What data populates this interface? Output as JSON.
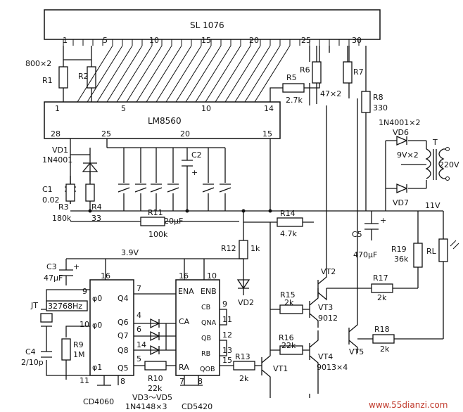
{
  "chips": {
    "sl1076": {
      "name": "SL 1076",
      "pins": [
        "1",
        "5",
        "10",
        "15",
        "20",
        "25",
        "30"
      ]
    },
    "lm8560": {
      "name": "LM8560",
      "top_pins": [
        "1",
        "5",
        "10",
        "14"
      ],
      "bottom_pins": [
        "28",
        "25",
        "20",
        "15"
      ]
    },
    "cd4060": {
      "name": "CD4060",
      "pins_left": [
        "9",
        "10",
        "11"
      ],
      "pin_labels_left": [
        "φ0",
        "φ0",
        "φ1"
      ],
      "pins_top": [
        "16"
      ],
      "pins_bottom": [
        "8"
      ],
      "pins_right": [
        "7",
        "4",
        "6",
        "14",
        "5"
      ],
      "outputs": [
        "Q4",
        "Q6",
        "Q7",
        "Q8",
        "Q5"
      ]
    },
    "cd5420": {
      "name": "CD5420",
      "pins_top": [
        "16",
        "10"
      ],
      "pin_labels_top": [
        "ENA",
        "ENB"
      ],
      "pins_left_labels": [
        "CA",
        "RA"
      ],
      "pins_right": [
        "9",
        "11",
        "12",
        "13",
        "15"
      ],
      "pins_right_labels": [
        "CB",
        "QNA",
        "QB",
        "RB",
        "QOB"
      ],
      "pins_bottom": [
        "7",
        "8"
      ]
    }
  },
  "components": {
    "r1": "R1",
    "r2": "R2",
    "r1r2_value": "800×2",
    "r3": "R3",
    "r3_value": "180k",
    "r4": "R4",
    "r4_value": "33",
    "r5": "R5",
    "r5_value": "2.7k",
    "r6": "R6",
    "r7": "R7",
    "r6r7_value": "47×2",
    "r8": "R8",
    "r8_value": "330",
    "r9": "R9",
    "r9_value": "1M",
    "r10": "R10",
    "r10_value": "22k",
    "r11": "R11",
    "r11_value": "100k",
    "r12": "R12",
    "r12_value": "1k",
    "r13": "R13",
    "r13_value": "2k",
    "r14": "R14",
    "r14_value": "4.7k",
    "r15": "R15",
    "r15_value": "2k",
    "r16": "R16",
    "r16_value": "22k",
    "r17": "R17",
    "r17_value": "2k",
    "r18": "R18",
    "r18_value": "2k",
    "r19": "R19",
    "r19_value": "36k",
    "rl": "RL",
    "c1": "C1",
    "c1_value": "0.02",
    "c2": "C2",
    "c2_value": "220μF",
    "c3": "C3",
    "c3_value": "47μF",
    "c4": "C4",
    "c4_value": "2/10p",
    "c5": "C5",
    "c5_value": "470μF",
    "vd1": "VD1",
    "vd1_type": "1N4001",
    "vd2": "VD2",
    "vd3_5": "VD3～VD5",
    "vd3_5_type": "1N4148×3",
    "vd6": "VD6",
    "vd7": "VD7",
    "vd67_type": "1N4001×2",
    "jt": "JT",
    "jt_value": "32768Hz",
    "transformer": "T",
    "sec": "9V×2",
    "pri": "220V",
    "vt1": "VT1",
    "vt2": "VT2",
    "vt3": "VT3",
    "vt3_type": "9012",
    "vt4": "VT4",
    "vt4_type": "9013×4",
    "vt5": "VT5",
    "supply_39": "3.9V",
    "supply_11": "11V"
  },
  "watermark": "www.55dianzi.com"
}
